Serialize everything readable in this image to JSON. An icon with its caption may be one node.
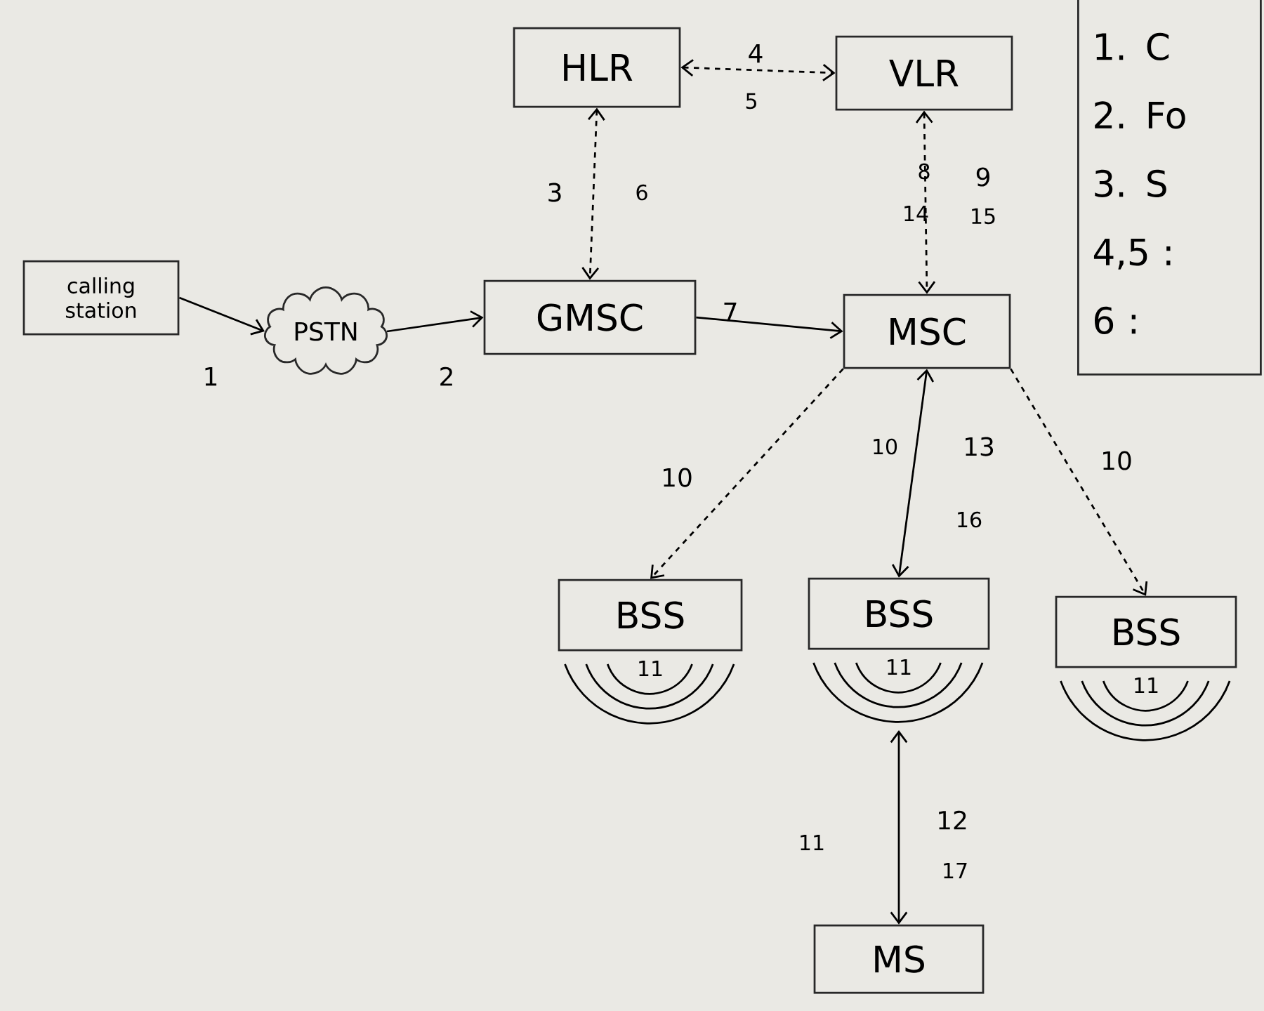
{
  "diagram": {
    "nodes": [
      {
        "text": [
          "calling station"
        ]
      },
      {
        "text": [
          "PSTN"
        ]
      },
      {
        "text": [
          "GMSC"
        ]
      },
      {
        "text": [
          "HLR"
        ]
      },
      {
        "text": [
          "VLR"
        ]
      },
      {
        "text": [
          "MSC"
        ]
      },
      {
        "text": [
          "BSS"
        ]
      },
      {
        "text": [
          "BSS"
        ]
      },
      {
        "text": [
          "BSS"
        ]
      },
      {
        "text": [
          "MS"
        ]
      },
      {
        "text": [
          "1. C",
          "2. Fo",
          "3. S",
          "4,5 :",
          "6 :"
        ]
      }
    ],
    "edges": [
      {
        "from": 0,
        "to": 1,
        "arrow": "to",
        "label": "1"
      },
      {
        "from": 1,
        "to": 2,
        "arrow": "to",
        "label": "2"
      },
      {
        "from": 3,
        "to": 2,
        "arrow": "both",
        "style": "dashed",
        "label": "3"
      },
      {
        "from": 3,
        "to": 4,
        "arrow": "both",
        "style": "dashed",
        "label": "4"
      },
      {
        "from": 4,
        "to": 5,
        "arrow": "both",
        "style": "dashed",
        "label": "9"
      },
      {
        "from": 2,
        "to": 5,
        "arrow": "to",
        "label": "7"
      },
      {
        "from": 5,
        "to": 6,
        "arrow": "to",
        "style": "dashed",
        "label": "10"
      },
      {
        "from": 5,
        "to": 7,
        "arrow": "both",
        "label": "13"
      },
      {
        "from": 5,
        "to": 8,
        "arrow": "to",
        "style": "dashed",
        "label": "10"
      },
      {
        "from": 7,
        "to": 9,
        "arrow": "both",
        "label": "12"
      }
    ],
    "labels": [
      "5",
      "6",
      "8",
      "14",
      "15",
      "10",
      "16",
      "11",
      "11",
      "11",
      "11",
      "17"
    ]
  }
}
